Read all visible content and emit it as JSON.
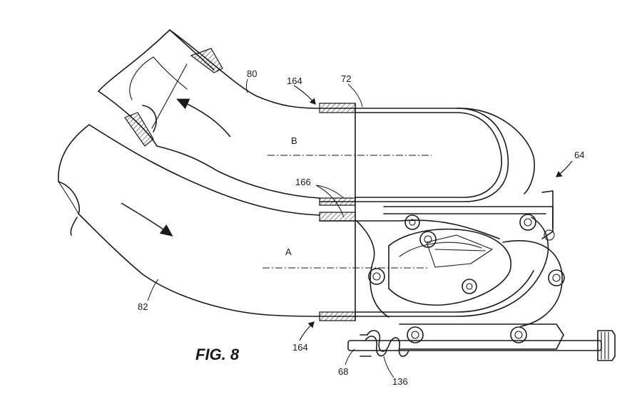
{
  "figure_label": "FIG. 8",
  "references": {
    "r80": "80",
    "r164_top": "164",
    "r72": "72",
    "r64": "64",
    "r166": "166",
    "r82": "82",
    "r164_bottom": "164",
    "r68": "68",
    "r136": "136"
  },
  "axes": {
    "a": "A",
    "b": "B"
  }
}
